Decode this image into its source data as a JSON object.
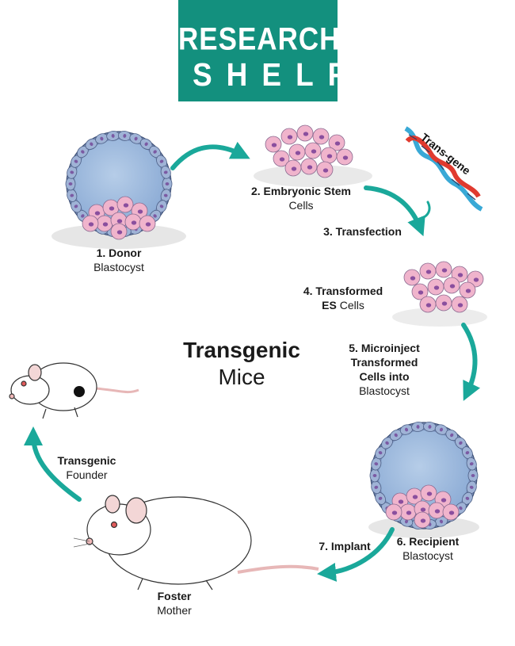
{
  "logo": {
    "line1": "RESEARCH",
    "line2": "SHELF"
  },
  "title": {
    "line1": "Transgenic",
    "line2": "Mice"
  },
  "transgene_label": "Trans-gene",
  "steps": [
    {
      "bold": "1. Donor",
      "normal": "Blastocyst"
    },
    {
      "bold": "2. Embryonic Stem",
      "normal": "Cells"
    },
    {
      "bold": "3. Transfection",
      "normal": ""
    },
    {
      "bold": "4. Transformed",
      "bold2": "ES",
      "normal": "Cells"
    },
    {
      "bold": "5. Microinject",
      "bold2": "Transformed",
      "bold3": "Cells into",
      "normal": "Blastocyst"
    },
    {
      "bold": "6. Recipient",
      "normal": "Blastocyst"
    },
    {
      "bold": "7. Implant",
      "normal": ""
    },
    {
      "bold": "Foster",
      "normal": "Mother"
    },
    {
      "bold": "Transgenic",
      "normal": "Founder"
    }
  ],
  "colors": {
    "brand": "#13907e",
    "arrow": "#1aa89a",
    "blastocyst_outer": "#8fa3c9",
    "blastocyst_inner": "#a9c3e3",
    "cells": "#f0b4cc",
    "nucleus": "#8a4f9e",
    "dna_red": "#e03a2f",
    "dna_blue": "#39a9d6"
  }
}
